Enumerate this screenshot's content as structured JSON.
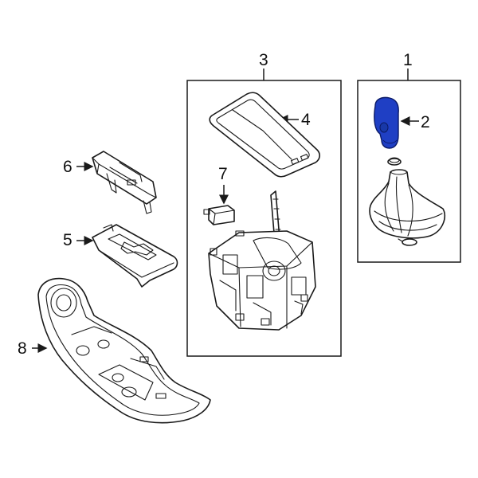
{
  "callouts": {
    "c1": "1",
    "c2": "2",
    "c3": "3",
    "c4": "4",
    "c5": "5",
    "c6": "6",
    "c7": "7",
    "c8": "8"
  },
  "colors": {
    "highlight": "#1f3fc4",
    "line": "#1a1a1a",
    "background": "#ffffff"
  }
}
